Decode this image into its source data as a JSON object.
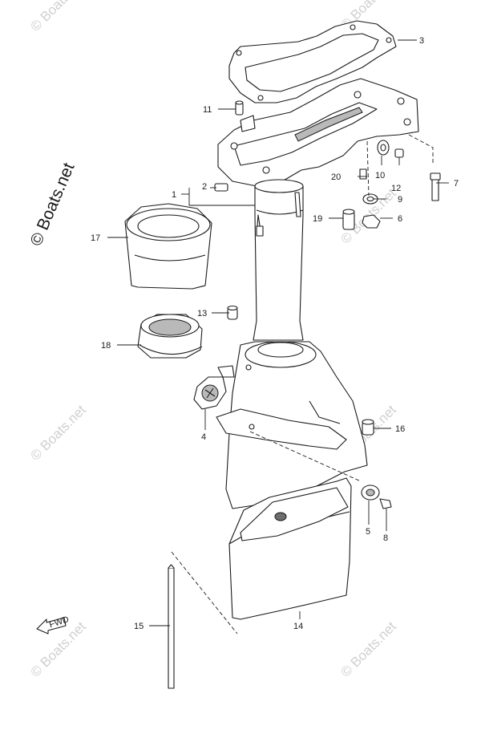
{
  "diagram": {
    "watermark_main": "© Boats.net",
    "watermark_faint": "© Boats.net",
    "fwd_label": "FWD",
    "callouts": [
      {
        "id": "1",
        "label": "1"
      },
      {
        "id": "2",
        "label": "2"
      },
      {
        "id": "3",
        "label": "3"
      },
      {
        "id": "4",
        "label": "4"
      },
      {
        "id": "5",
        "label": "5"
      },
      {
        "id": "6",
        "label": "6"
      },
      {
        "id": "7",
        "label": "7"
      },
      {
        "id": "8",
        "label": "8"
      },
      {
        "id": "9",
        "label": "9"
      },
      {
        "id": "10",
        "label": "10"
      },
      {
        "id": "11",
        "label": "11"
      },
      {
        "id": "12",
        "label": "12"
      },
      {
        "id": "13",
        "label": "13"
      },
      {
        "id": "14",
        "label": "14"
      },
      {
        "id": "15",
        "label": "15"
      },
      {
        "id": "16",
        "label": "16"
      },
      {
        "id": "17",
        "label": "17"
      },
      {
        "id": "18",
        "label": "18"
      },
      {
        "id": "19",
        "label": "19"
      },
      {
        "id": "20",
        "label": "20"
      }
    ]
  }
}
